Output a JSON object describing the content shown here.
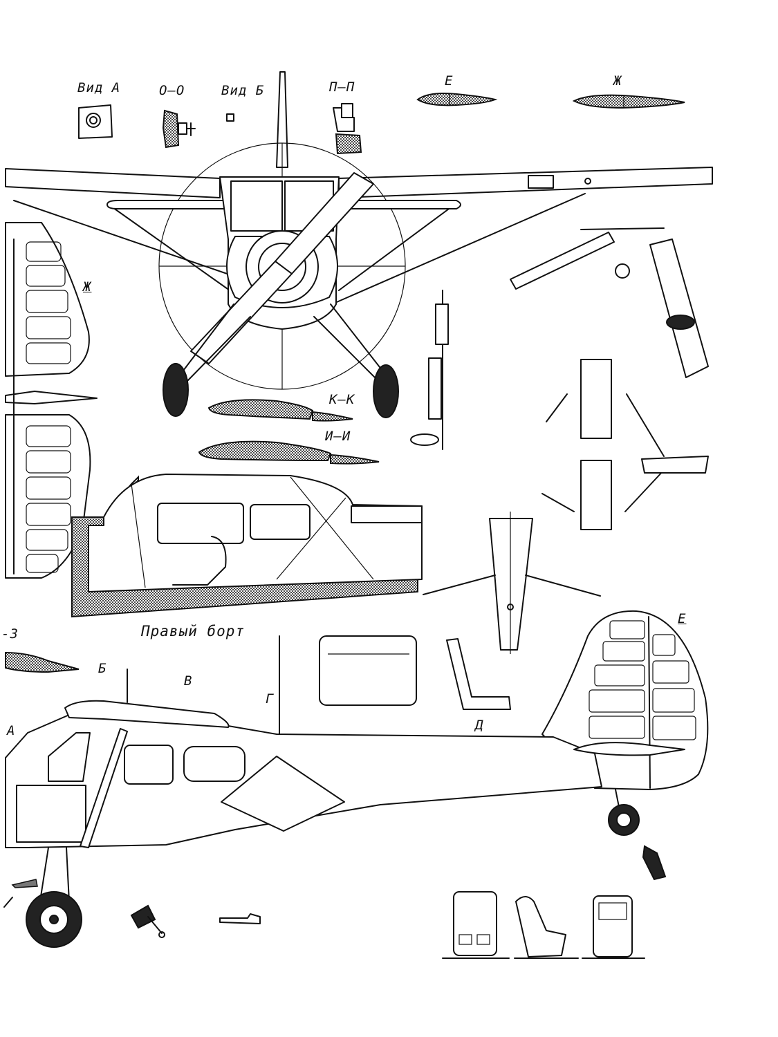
{
  "labels": {
    "vid_a": "Вид А",
    "o_o": "О—О",
    "vid_b": "Вид Б",
    "p_p": "П—П",
    "sec_e_top": "Е",
    "sec_zh_top": "Ж",
    "sec_zh_left": "Ж",
    "k_k": "К—К",
    "i_i": "И—И",
    "right_side": "Правый борт",
    "three": "-3",
    "b_mark": "Б",
    "v_mark": "В",
    "g_mark": "Г",
    "a_mark": "А",
    "d_mark": "Д",
    "e_right": "Е"
  }
}
